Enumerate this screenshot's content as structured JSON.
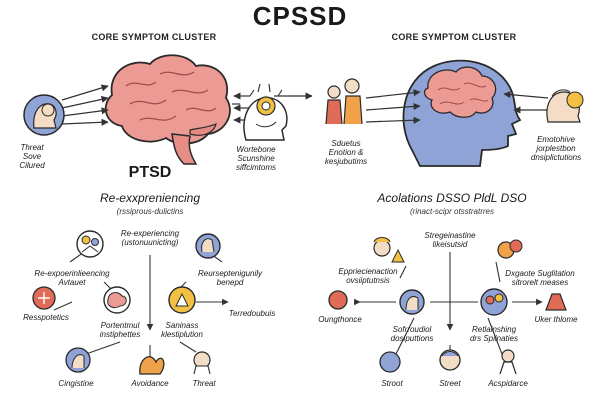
{
  "title": "CPSSD",
  "left": {
    "cluster_heading": "CORE SYMPTOM CLUSTER",
    "left_label": [
      "Threat",
      "Sove",
      "Cilured"
    ],
    "right_label": [
      "Wortebone",
      "Scunshine",
      "siffcimtoms"
    ],
    "ptsd_label": "PTSD",
    "section_heading": "Re-exxpreniencing",
    "section_sub": "(rssiprous-dulictins",
    "nodes": {
      "top": [
        "Re-experiencing",
        "(ustonuunicting)"
      ],
      "left_mid": [
        "Re-expoerinlieencing",
        "Avtauet"
      ],
      "right_mid": [
        "Reurseptenigunily",
        "benepd"
      ],
      "far_left": "Resspotetics",
      "far_right": "Terredoubuis",
      "center_left": [
        "Portentmul",
        "instiphettes"
      ],
      "center_right": [
        "Saninass",
        "klestiplution"
      ],
      "bottom": [
        "Cingistine",
        "Avoidance",
        "Threat"
      ]
    }
  },
  "right": {
    "cluster_heading": "CORE SYMPTOM CLUSTER",
    "left_label": [
      "Sduetus",
      "Enotion &",
      "kesjubutims"
    ],
    "right_label": [
      "Emotohive",
      "jorplestbon",
      "dnsiplictutions"
    ],
    "section_heading": "Acolations DSSO PldL DSO",
    "section_sub": "(rinact-scipr otsstratrres",
    "nodes": {
      "top": [
        "Stregeinastine",
        "likeisutsid"
      ],
      "left_mid": [
        "Eppriecienaction",
        "ovsiiptutnsis"
      ],
      "right_mid": [
        "Dxgaote Suglitation",
        "sitrorelt meases"
      ],
      "far_left": "Oungthonce",
      "far_right": "Uker thlome",
      "center_left": [
        "Sofrroudiol",
        "dosiputtions"
      ],
      "center_right": [
        "Retlainshing",
        "drs Spiinaties"
      ],
      "bottom": [
        "Stroot",
        "Street",
        "Acspidarce"
      ]
    }
  }
}
